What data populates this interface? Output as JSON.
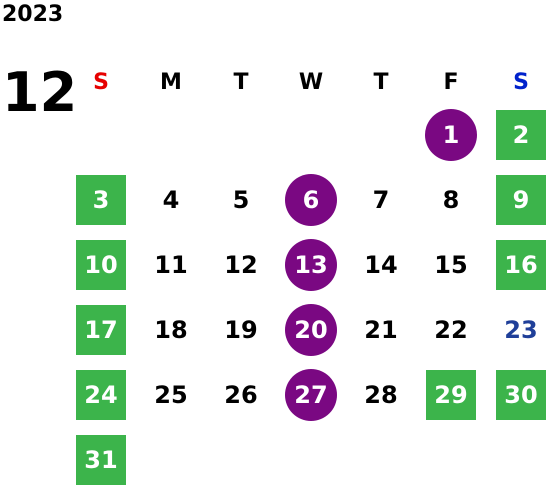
{
  "calendar": {
    "year": "2023",
    "month": "12",
    "colors": {
      "weekend_bg": "#3cb44b",
      "special_bg": "#7a0882",
      "sunday_header": "#e60000",
      "saturday_header": "#0022cc",
      "holiday_text": "#1f3f99"
    },
    "weekdays": [
      {
        "label": "S",
        "color": "#e60000"
      },
      {
        "label": "M",
        "color": "#000000"
      },
      {
        "label": "T",
        "color": "#000000"
      },
      {
        "label": "W",
        "color": "#000000"
      },
      {
        "label": "T",
        "color": "#000000"
      },
      {
        "label": "F",
        "color": "#000000"
      },
      {
        "label": "S",
        "color": "#0022cc"
      }
    ],
    "weeks": [
      [
        null,
        null,
        null,
        null,
        null,
        {
          "day": "1",
          "style": "purple"
        },
        {
          "day": "2",
          "style": "green"
        }
      ],
      [
        {
          "day": "3",
          "style": "green"
        },
        {
          "day": "4",
          "style": "plain"
        },
        {
          "day": "5",
          "style": "plain"
        },
        {
          "day": "6",
          "style": "purple"
        },
        {
          "day": "7",
          "style": "plain"
        },
        {
          "day": "8",
          "style": "plain"
        },
        {
          "day": "9",
          "style": "green"
        }
      ],
      [
        {
          "day": "10",
          "style": "green"
        },
        {
          "day": "11",
          "style": "plain"
        },
        {
          "day": "12",
          "style": "plain"
        },
        {
          "day": "13",
          "style": "purple"
        },
        {
          "day": "14",
          "style": "plain"
        },
        {
          "day": "15",
          "style": "plain"
        },
        {
          "day": "16",
          "style": "green"
        }
      ],
      [
        {
          "day": "17",
          "style": "green"
        },
        {
          "day": "18",
          "style": "plain"
        },
        {
          "day": "19",
          "style": "plain"
        },
        {
          "day": "20",
          "style": "purple"
        },
        {
          "day": "21",
          "style": "plain"
        },
        {
          "day": "22",
          "style": "plain"
        },
        {
          "day": "23",
          "style": "blue-text"
        }
      ],
      [
        {
          "day": "24",
          "style": "green"
        },
        {
          "day": "25",
          "style": "plain"
        },
        {
          "day": "26",
          "style": "plain"
        },
        {
          "day": "27",
          "style": "purple"
        },
        {
          "day": "28",
          "style": "plain"
        },
        {
          "day": "29",
          "style": "green"
        },
        {
          "day": "30",
          "style": "green"
        }
      ],
      [
        {
          "day": "31",
          "style": "green"
        },
        null,
        null,
        null,
        null,
        null,
        null
      ]
    ]
  }
}
